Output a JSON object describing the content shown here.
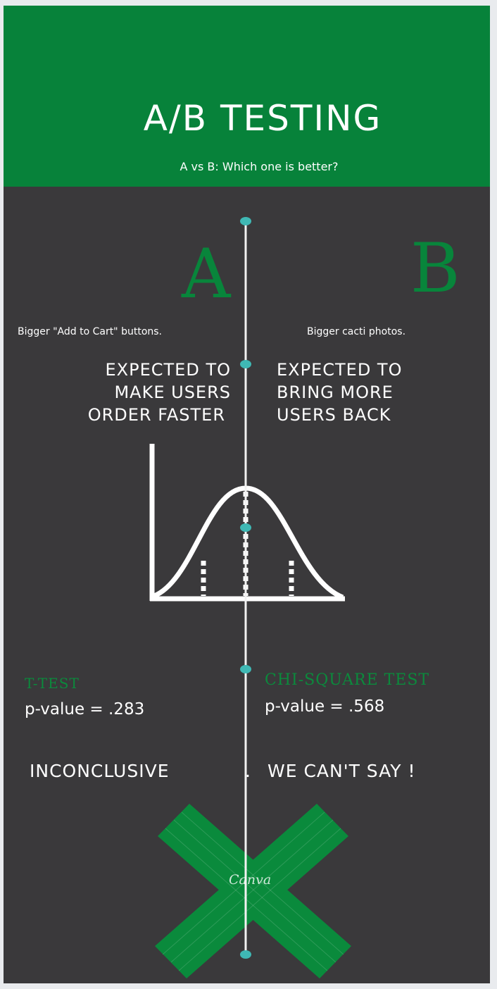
{
  "header": {
    "title": "A/B TESTING",
    "subtitle": "A vs B: Which one is better?"
  },
  "variant_a": {
    "letter": "A",
    "change": "Bigger \"Add to Cart\" buttons.",
    "expectation": [
      "EXPECTED TO",
      "MAKE USERS",
      "ORDER FASTER"
    ]
  },
  "variant_b": {
    "letter": "B",
    "change": "Bigger cacti photos.",
    "expectation": [
      "EXPECTED TO",
      "BRING MORE",
      "USERS BACK"
    ]
  },
  "tests": {
    "a": {
      "name": "T-TEST",
      "result": "p-value = .283"
    },
    "b": {
      "name": "CHI-SQUARE TEST",
      "result": "p-value = .568"
    }
  },
  "conclusion": {
    "left": "INCONCLUSIVE",
    "separator": ".",
    "right": "WE CAN'T SAY !"
  },
  "watermark": "Canva",
  "colors": {
    "header_green": "#07823a",
    "background": "#3a393b",
    "accent_teal": "#3fb8b4",
    "cross_green": "#0a8a3c"
  }
}
